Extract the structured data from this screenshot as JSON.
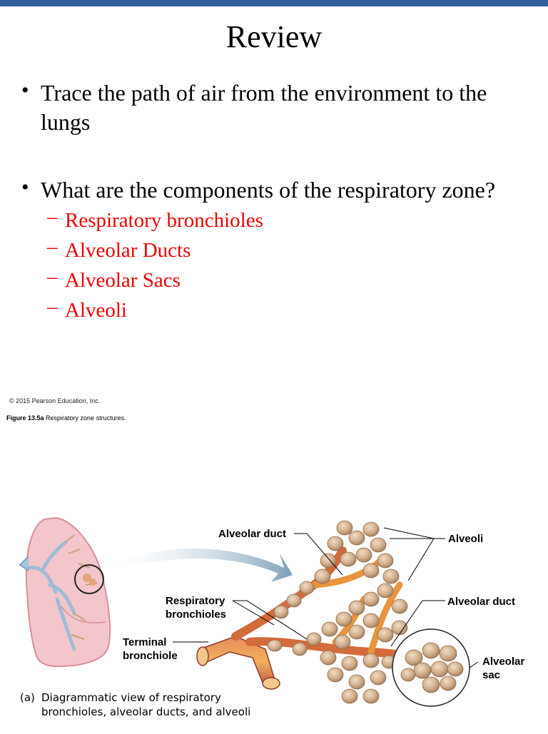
{
  "slide": {
    "title": "Review",
    "bullets": [
      {
        "marker": "•",
        "text": "Trace the path of air from the environment to the lungs"
      },
      {
        "marker": "•",
        "text": "What are the components of the respiratory zone?"
      }
    ],
    "sub_marker": "–",
    "answers": [
      "Respiratory bronchioles",
      "Alveolar Ducts",
      "Alveolar Sacs",
      "Alveoli"
    ],
    "answer_color": "#f00000",
    "accent_bar_color": "#2f5f9e"
  },
  "figure": {
    "copyright": "© 2015 Pearson Education, Inc.",
    "caption_label": "Figure 13.5a",
    "caption_text": " Respiratory zone structures.",
    "labels": {
      "alveolar_duct_top": "Alveolar duct",
      "alveoli": "Alveoli",
      "respiratory_bronchioles": "Respiratory\nbronchioles",
      "alveolar_duct_right": "Alveolar duct",
      "terminal_bronchiole": "Terminal\nbronchiole",
      "alveolar_sac": "Alveolar\nsac"
    },
    "panel_tag": "(a)",
    "panel_caption_line1": "Diagrammatic view of respiratory",
    "panel_caption_line2": "bronchioles, alveolar ducts, and alveoli"
  }
}
